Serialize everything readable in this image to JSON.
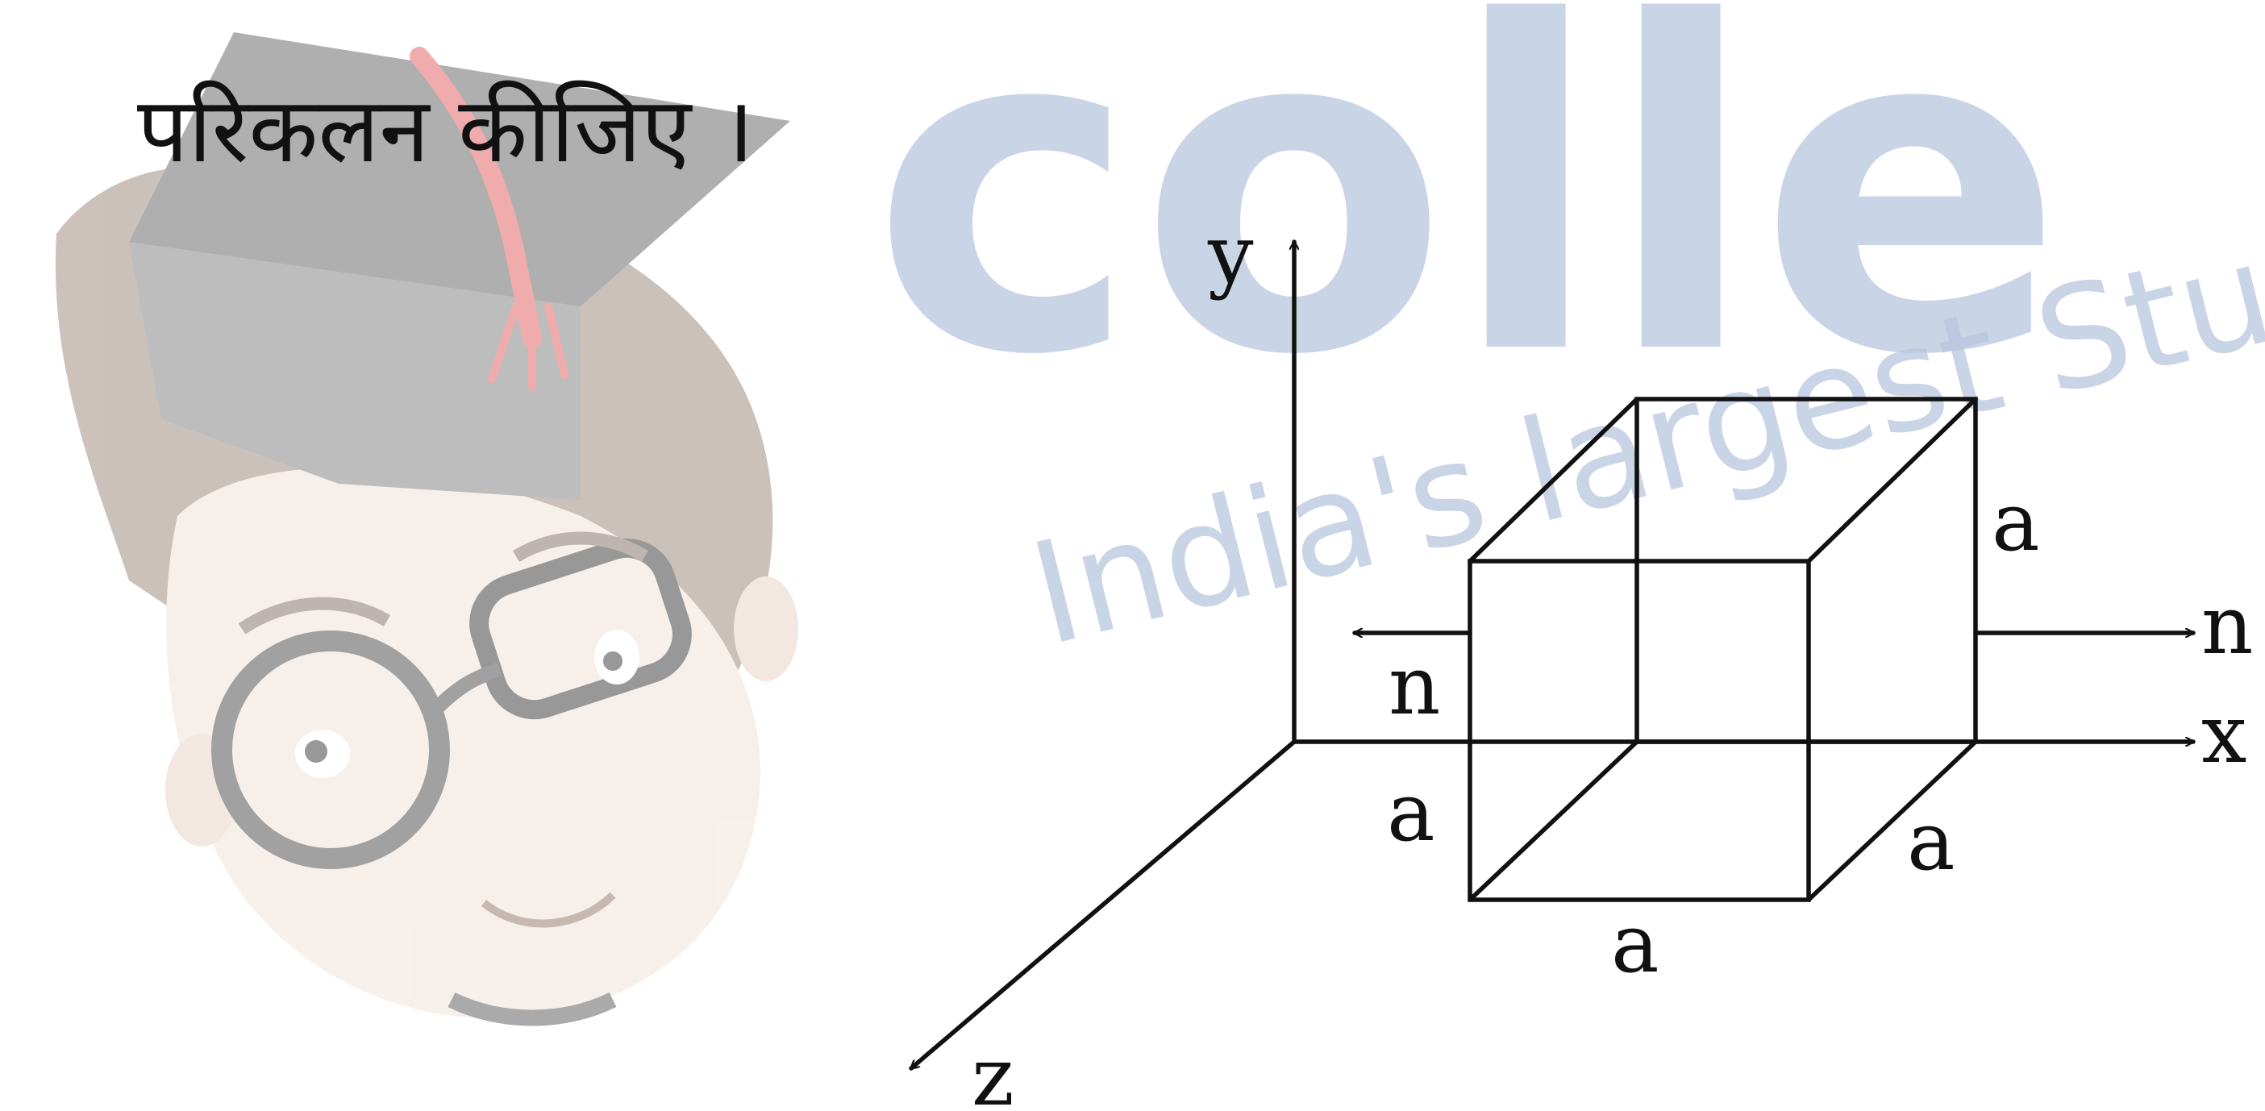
{
  "question": {
    "text": "परिकलन कीजिए ।"
  },
  "watermark": {
    "brand_text": "colle",
    "tagline": "India's largest Stude",
    "color": "#b9c6e0",
    "mascot_icon": "graduate-mascot-icon"
  },
  "diagram": {
    "axis_labels": {
      "y": "y",
      "x": "x",
      "z": "z"
    },
    "normal_labels": {
      "left": "n",
      "right": "n"
    },
    "edge_labels": {
      "right_vertical": "a",
      "left_vertical": "a",
      "bottom_front": "a",
      "bottom_depth": "a"
    },
    "line_color": "#111111"
  }
}
